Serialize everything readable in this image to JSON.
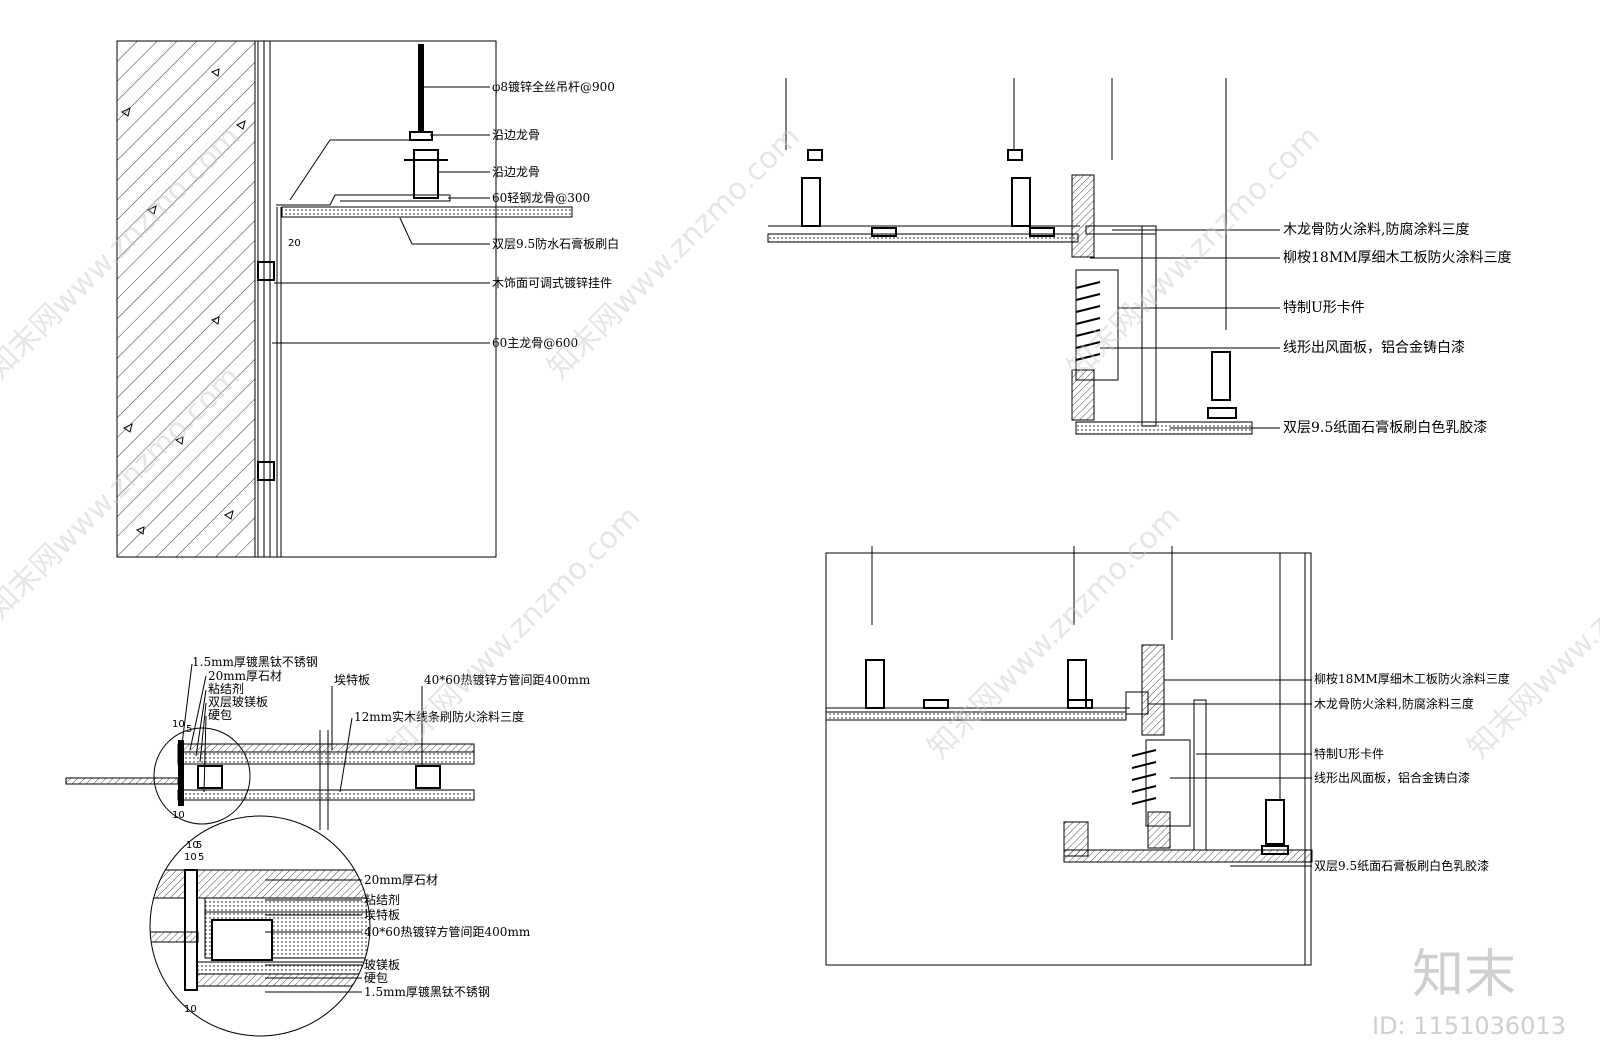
{
  "detail_1": {
    "labels": [
      "φ8镀锌全丝吊杆@900",
      "沿边龙骨",
      "沿边龙骨",
      "60轻钢龙骨@300",
      "双层9.5防水石膏板刷白",
      "木饰面可调式镀锌挂件",
      "60主龙骨@600"
    ],
    "dim": "20"
  },
  "detail_2": {
    "labels": [
      "木龙骨防火涂料,防腐涂料三度",
      "柳桉18MM厚细木工板防火涂料三度",
      "特制U形卡件",
      "线形出风面板，铝合金铸白漆",
      "双层9.5纸面石膏板刷白色乳胶漆"
    ]
  },
  "detail_3": {
    "labels": [
      "柳桉18MM厚细木工板防火涂料三度",
      "木龙骨防火涂料,防腐涂料三度",
      "特制U形卡件",
      "线形出风面板，铝合金铸白漆",
      "双层9.5纸面石膏板刷白色乳胶漆"
    ]
  },
  "detail_4": {
    "labels_top": [
      "1.5mm厚镀黑钛不锈钢",
      "20mm厚石材",
      "粘结剂",
      "双层玻镁板",
      "硬包"
    ],
    "labels_mid": [
      "埃特板",
      "40*60热镀锌方管间距400mm",
      "12mm实木线条刷防火涂料三度"
    ],
    "dims": [
      "10",
      "5",
      "10",
      "10",
      "5"
    ]
  },
  "detail_5": {
    "labels": [
      "20mm厚石材",
      "粘结剂",
      "埃特板",
      "40*60热镀锌方管间距400mm",
      "玻镁板",
      "硬包",
      "1.5mm厚镀黑钛不锈钢"
    ],
    "dims": [
      "10",
      "5",
      "10"
    ]
  },
  "watermark": {
    "text": "知末网www.znzmo.com",
    "brand": "知末",
    "id": "ID: 1151036013"
  }
}
